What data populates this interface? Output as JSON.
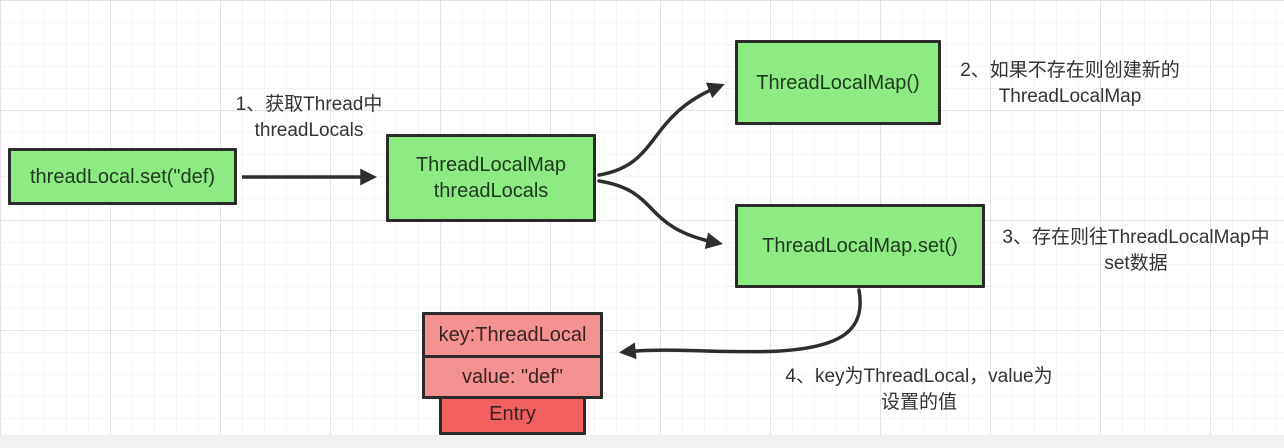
{
  "diagram": {
    "title": "ThreadLocal set flow diagram",
    "nodes": {
      "set_def": {
        "label": "threadLocal.set(\"def)"
      },
      "map_threadlocals": {
        "line1": "ThreadLocalMap",
        "line2": "threadLocals"
      },
      "map_ctor": {
        "label": "ThreadLocalMap()"
      },
      "map_set": {
        "label": "ThreadLocalMap.set()"
      },
      "entry_key": {
        "label": "key:ThreadLocal"
      },
      "entry_value": {
        "label": "value: \"def\""
      },
      "entry": {
        "label": "Entry"
      }
    },
    "annotations": {
      "step1": {
        "line1": "1、获取Thread中",
        "line2": "threadLocals"
      },
      "step2": {
        "line1": "2、如果不存在则创建新的",
        "line2": "ThreadLocalMap"
      },
      "step3": {
        "line1": "3、存在则往ThreadLocalMap中",
        "line2": "set数据"
      },
      "step4": {
        "line1": "4、key为ThreadLocal，value为",
        "line2": "设置的值"
      }
    },
    "colors": {
      "node_green": "#8eeb84",
      "entry_pink": "#f49292",
      "entry_red": "#f25f5f",
      "node_border": "#2b2b2b",
      "arrow": "#2e2e2e",
      "annotation_text": "#333333"
    }
  }
}
